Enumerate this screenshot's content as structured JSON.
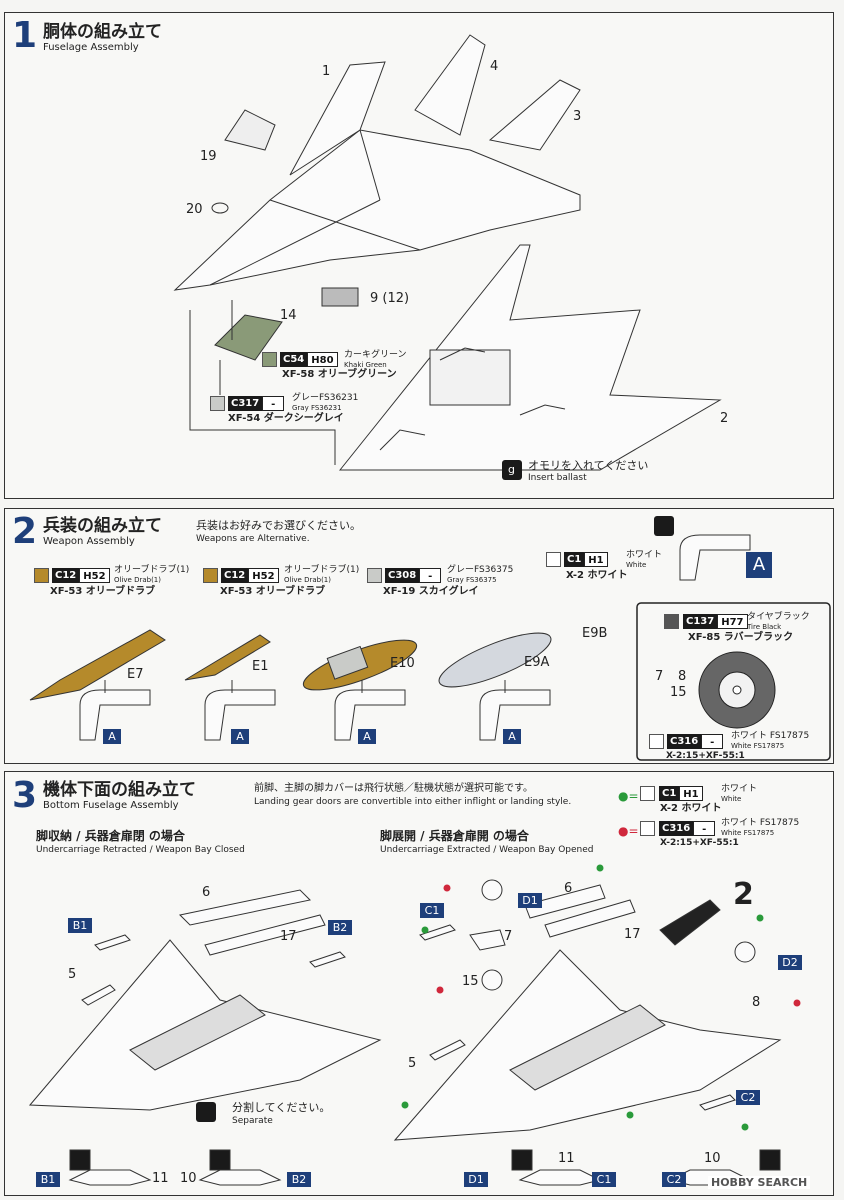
{
  "colors": {
    "accent": "#1e3f7a",
    "olive": "#b58a2b",
    "khaki": "#8a9a78",
    "gray": "#c9cbc8",
    "dark": "#1a1a1a"
  },
  "section1": {
    "number": "1",
    "title_jp": "胴体の組み立て",
    "title_en": "Fuselage Assembly",
    "parts": [
      "1",
      "4",
      "3",
      "19",
      "20",
      "9 (12)",
      "14",
      "2"
    ],
    "khaki": {
      "c": "C54",
      "h": "H80",
      "jp": "カーキグリーン",
      "en": "Khaki Green",
      "xf": "XF-58 オリーブグリーン"
    },
    "gray": {
      "c": "C317",
      "h": "-",
      "jp": "グレーFS36231",
      "en": "Gray FS36231",
      "xf": "XF-54 ダークシーグレイ"
    },
    "ballast_jp": "オモリを入れてください",
    "ballast_en": "Insert ballast",
    "ballast_icon": "g-weight-icon"
  },
  "section2": {
    "number": "2",
    "title_jp": "兵装の組み立て",
    "title_en": "Weapon Assembly",
    "note_jp": "兵装はお好みでお選びください。",
    "note_en": "Weapons are Alternative.",
    "white": {
      "c": "C1",
      "h": "H1",
      "jp": "ホワイト",
      "en": "White",
      "xf": "X-2 ホワイト"
    },
    "olive1": {
      "c": "C12",
      "h": "H52",
      "jp": "オリーブドラブ(1)",
      "en": "Olive Drab(1)",
      "xf": "XF-53 オリーブドラブ"
    },
    "olive2": {
      "c": "C12",
      "h": "H52",
      "jp": "オリーブドラブ(1)",
      "en": "Olive Drab(1)",
      "xf": "XF-53 オリーブドラブ"
    },
    "gray": {
      "c": "C308",
      "h": "-",
      "jp": "グレーFS36375",
      "en": "Gray FS36375",
      "xf": "XF-19 スカイグレイ"
    },
    "tire": {
      "c": "C137",
      "h": "H77",
      "jp": "タイヤブラック",
      "en": "Tire Black",
      "xf": "XF-85 ラバーブラック"
    },
    "white2": {
      "c": "C316",
      "h": "-",
      "jp": "ホワイト FS17875",
      "en": "White FS17875",
      "xf": "X-2:15+XF-55:1"
    },
    "parts": [
      "E7",
      "E1",
      "E10",
      "E9A",
      "E9B",
      "7",
      "8",
      "15"
    ],
    "A": "A"
  },
  "section3": {
    "number": "3",
    "title_jp": "機体下面の組み立て",
    "title_en": "Bottom Fuselage Assembly",
    "note_jp": "前脚、主脚の脚カバーは飛行状態／駐機状態が選択可能です。",
    "note_en": "Landing gear doors are convertible into either inflight or landing style.",
    "white": {
      "c": "C1",
      "h": "H1",
      "jp": "ホワイト",
      "en": "White",
      "xf": "X-2 ホワイト"
    },
    "white2": {
      "c": "C316",
      "h": "-",
      "jp": "ホワイト FS17875",
      "en": "White FS17875",
      "xf": "X-2:15+XF-55:1"
    },
    "left_jp": "脚収納 / 兵器倉扉閉 の場合",
    "left_en": "Undercarriage Retracted / Weapon Bay Closed",
    "right_jp": "脚展開 / 兵器倉扉開 の場合",
    "right_en": "Undercarriage Extracted / Weapon Bay Opened",
    "separate_jp": "分割してください。",
    "separate_en": "Separate",
    "left_parts": [
      "B1",
      "B2",
      "5",
      "6",
      "17",
      "B1",
      "11",
      "10",
      "B2"
    ],
    "right_parts": [
      "C1",
      "D1",
      "6",
      "7",
      "17",
      "15",
      "5",
      "D2",
      "8",
      "C2",
      "D1",
      "11",
      "C1",
      "10",
      "C2"
    ],
    "ref": "2"
  },
  "watermark": "HOBBY SEARCH"
}
